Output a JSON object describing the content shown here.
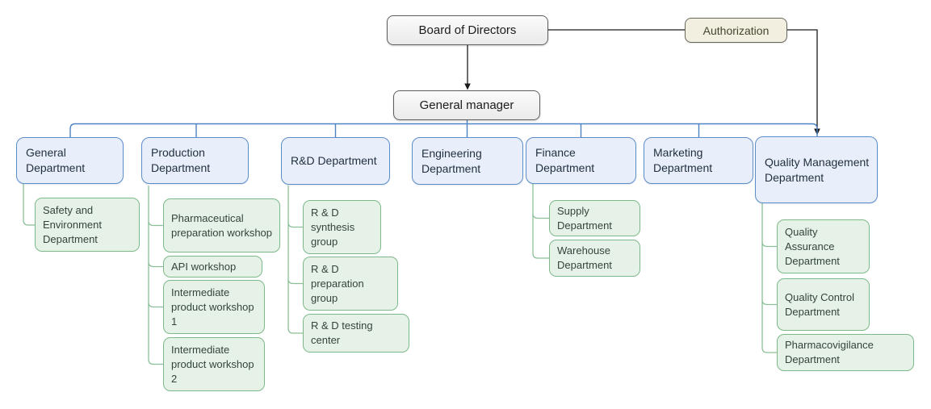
{
  "org": {
    "board": {
      "label": "Board of Directors"
    },
    "authorization": {
      "label": "Authorization"
    },
    "general_manager": {
      "label": "General manager"
    },
    "departments": [
      {
        "label": "General Department",
        "children": [
          {
            "label": "Safety and Environment Department"
          }
        ]
      },
      {
        "label": "Production Department",
        "children": [
          {
            "label": "Pharmaceutical preparation workshop"
          },
          {
            "label": "API workshop"
          },
          {
            "label": "Intermediate product workshop 1"
          },
          {
            "label": "Intermediate product workshop 2"
          }
        ]
      },
      {
        "label": "R&D Department",
        "children": [
          {
            "label": "R & D synthesis group"
          },
          {
            "label": "R & D preparation group"
          },
          {
            "label": "R & D testing center"
          }
        ]
      },
      {
        "label": "Engineering Department",
        "children": []
      },
      {
        "label": "Finance Department",
        "children": [
          {
            "label": "Supply Department"
          },
          {
            "label": "Warehouse Department"
          }
        ]
      },
      {
        "label": "Marketing Department",
        "children": []
      },
      {
        "label": "Quality Management Department",
        "children": [
          {
            "label": "Quality Assurance Department"
          },
          {
            "label": "Quality Control Department"
          },
          {
            "label": "Pharmacovigilance Department"
          }
        ]
      }
    ],
    "colors": {
      "department_fill": "#e9effa",
      "department_border": "#5d8dc9",
      "sub_department_fill": "#e6f2e8",
      "sub_department_border": "#7db88a",
      "connector_blue": "#4f82c2",
      "connector_green": "#8abf97",
      "connector_black": "#1a1a1a",
      "title_fill": "#f5f5f5",
      "title_border": "#5f5f5f",
      "authorization_fill": "#f2efe0"
    }
  }
}
